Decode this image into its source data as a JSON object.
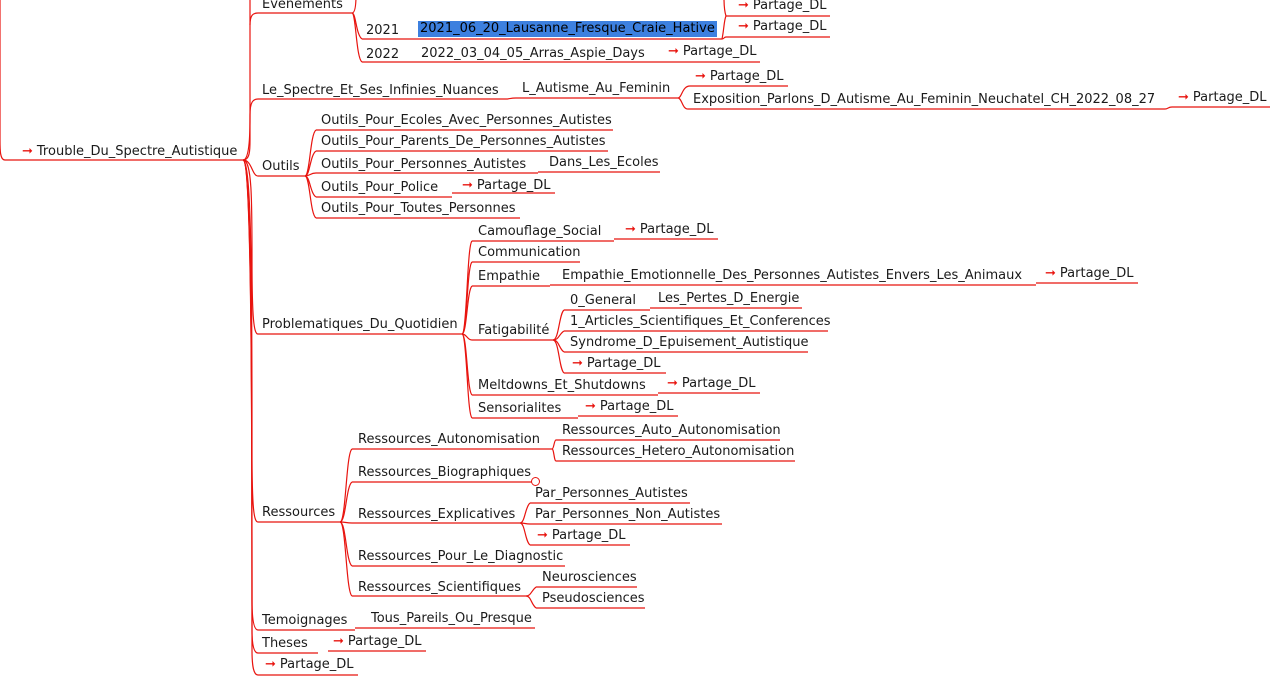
{
  "mindmap": {
    "root": {
      "arrow": "➞",
      "label": "Trouble_Du_Spectre_Autistique"
    },
    "evenements": {
      "label": "Evenements",
      "partage_top": "➞ Partage_DL",
      "y2021": "2021",
      "lausanne": "2021_06_20_Lausanne_Fresque_Craie_Hative",
      "partage_2021": "➞ Partage_DL",
      "y2022": "2022",
      "arras": "2022_03_04_05_Arras_Aspie_Days",
      "partage_2022": "➞ Partage_DL"
    },
    "spectre": {
      "label": "Le_Spectre_Et_Ses_Infinies_Nuances",
      "feminin": "L_Autisme_Au_Feminin",
      "partage": "➞ Partage_DL",
      "expo": "Exposition_Parlons_D_Autisme_Au_Feminin_Neuchatel_CH_2022_08_27",
      "partage_expo": "➞ Partage_DL"
    },
    "outils": {
      "label": "Outils",
      "ecoles": "Outils_Pour_Ecoles_Avec_Personnes_Autistes",
      "parents": "Outils_Pour_Parents_De_Personnes_Autistes",
      "personnes": "Outils_Pour_Personnes_Autistes",
      "dans_ecoles": "Dans_Les_Ecoles",
      "police": "Outils_Pour_Police",
      "partage_police": "➞ Partage_DL",
      "toutes": "Outils_Pour_Toutes_Personnes"
    },
    "problematiques": {
      "label": "Problematiques_Du_Quotidien",
      "camouflage": "Camouflage_Social",
      "partage_camouflage": "➞ Partage_DL",
      "communication": "Communication",
      "empathie": "Empathie",
      "empathie_emo": "Empathie_Emotionnelle_Des_Personnes_Autistes_Envers_Les_Animaux",
      "partage_empathie": "➞ Partage_DL",
      "fatigabilite": "Fatigabilité",
      "general": "0_General",
      "pertes": "Les_Pertes_D_Energie",
      "articles": "1_Articles_Scientifiques_Et_Conferences",
      "syndrome": "Syndrome_D_Epuisement_Autistique",
      "partage_fatig": "➞ Partage_DL",
      "meltdowns": "Meltdowns_Et_Shutdowns",
      "partage_meltdowns": "➞ Partage_DL",
      "sensorialites": "Sensorialites",
      "partage_sensorialites": "➞ Partage_DL"
    },
    "ressources": {
      "label": "Ressources",
      "autonomisation": "Ressources_Autonomisation",
      "auto_auto": "Ressources_Auto_Autonomisation",
      "hetero_auto": "Ressources_Hetero_Autonomisation",
      "biographiques": "Ressources_Biographiques",
      "par_autistes": "Par_Personnes_Autistes",
      "explicatives": "Ressources_Explicatives",
      "par_non_autistes": "Par_Personnes_Non_Autistes",
      "partage_explicatives": "➞ Partage_DL",
      "diagnostic": "Ressources_Pour_Le_Diagnostic",
      "scientifiques": "Ressources_Scientifiques",
      "neurosciences": "Neurosciences",
      "pseudosciences": "Pseudosciences"
    },
    "temoignages": {
      "label": "Temoignages",
      "tous_pareils": "Tous_Pareils_Ou_Presque"
    },
    "theses": {
      "label": "Theses",
      "partage": "➞ Partage_DL"
    },
    "partage_root": "➞ Partage_DL"
  },
  "colors": {
    "branch": "#e8140f",
    "selection": "#3d80df",
    "background": "#ffffff"
  }
}
